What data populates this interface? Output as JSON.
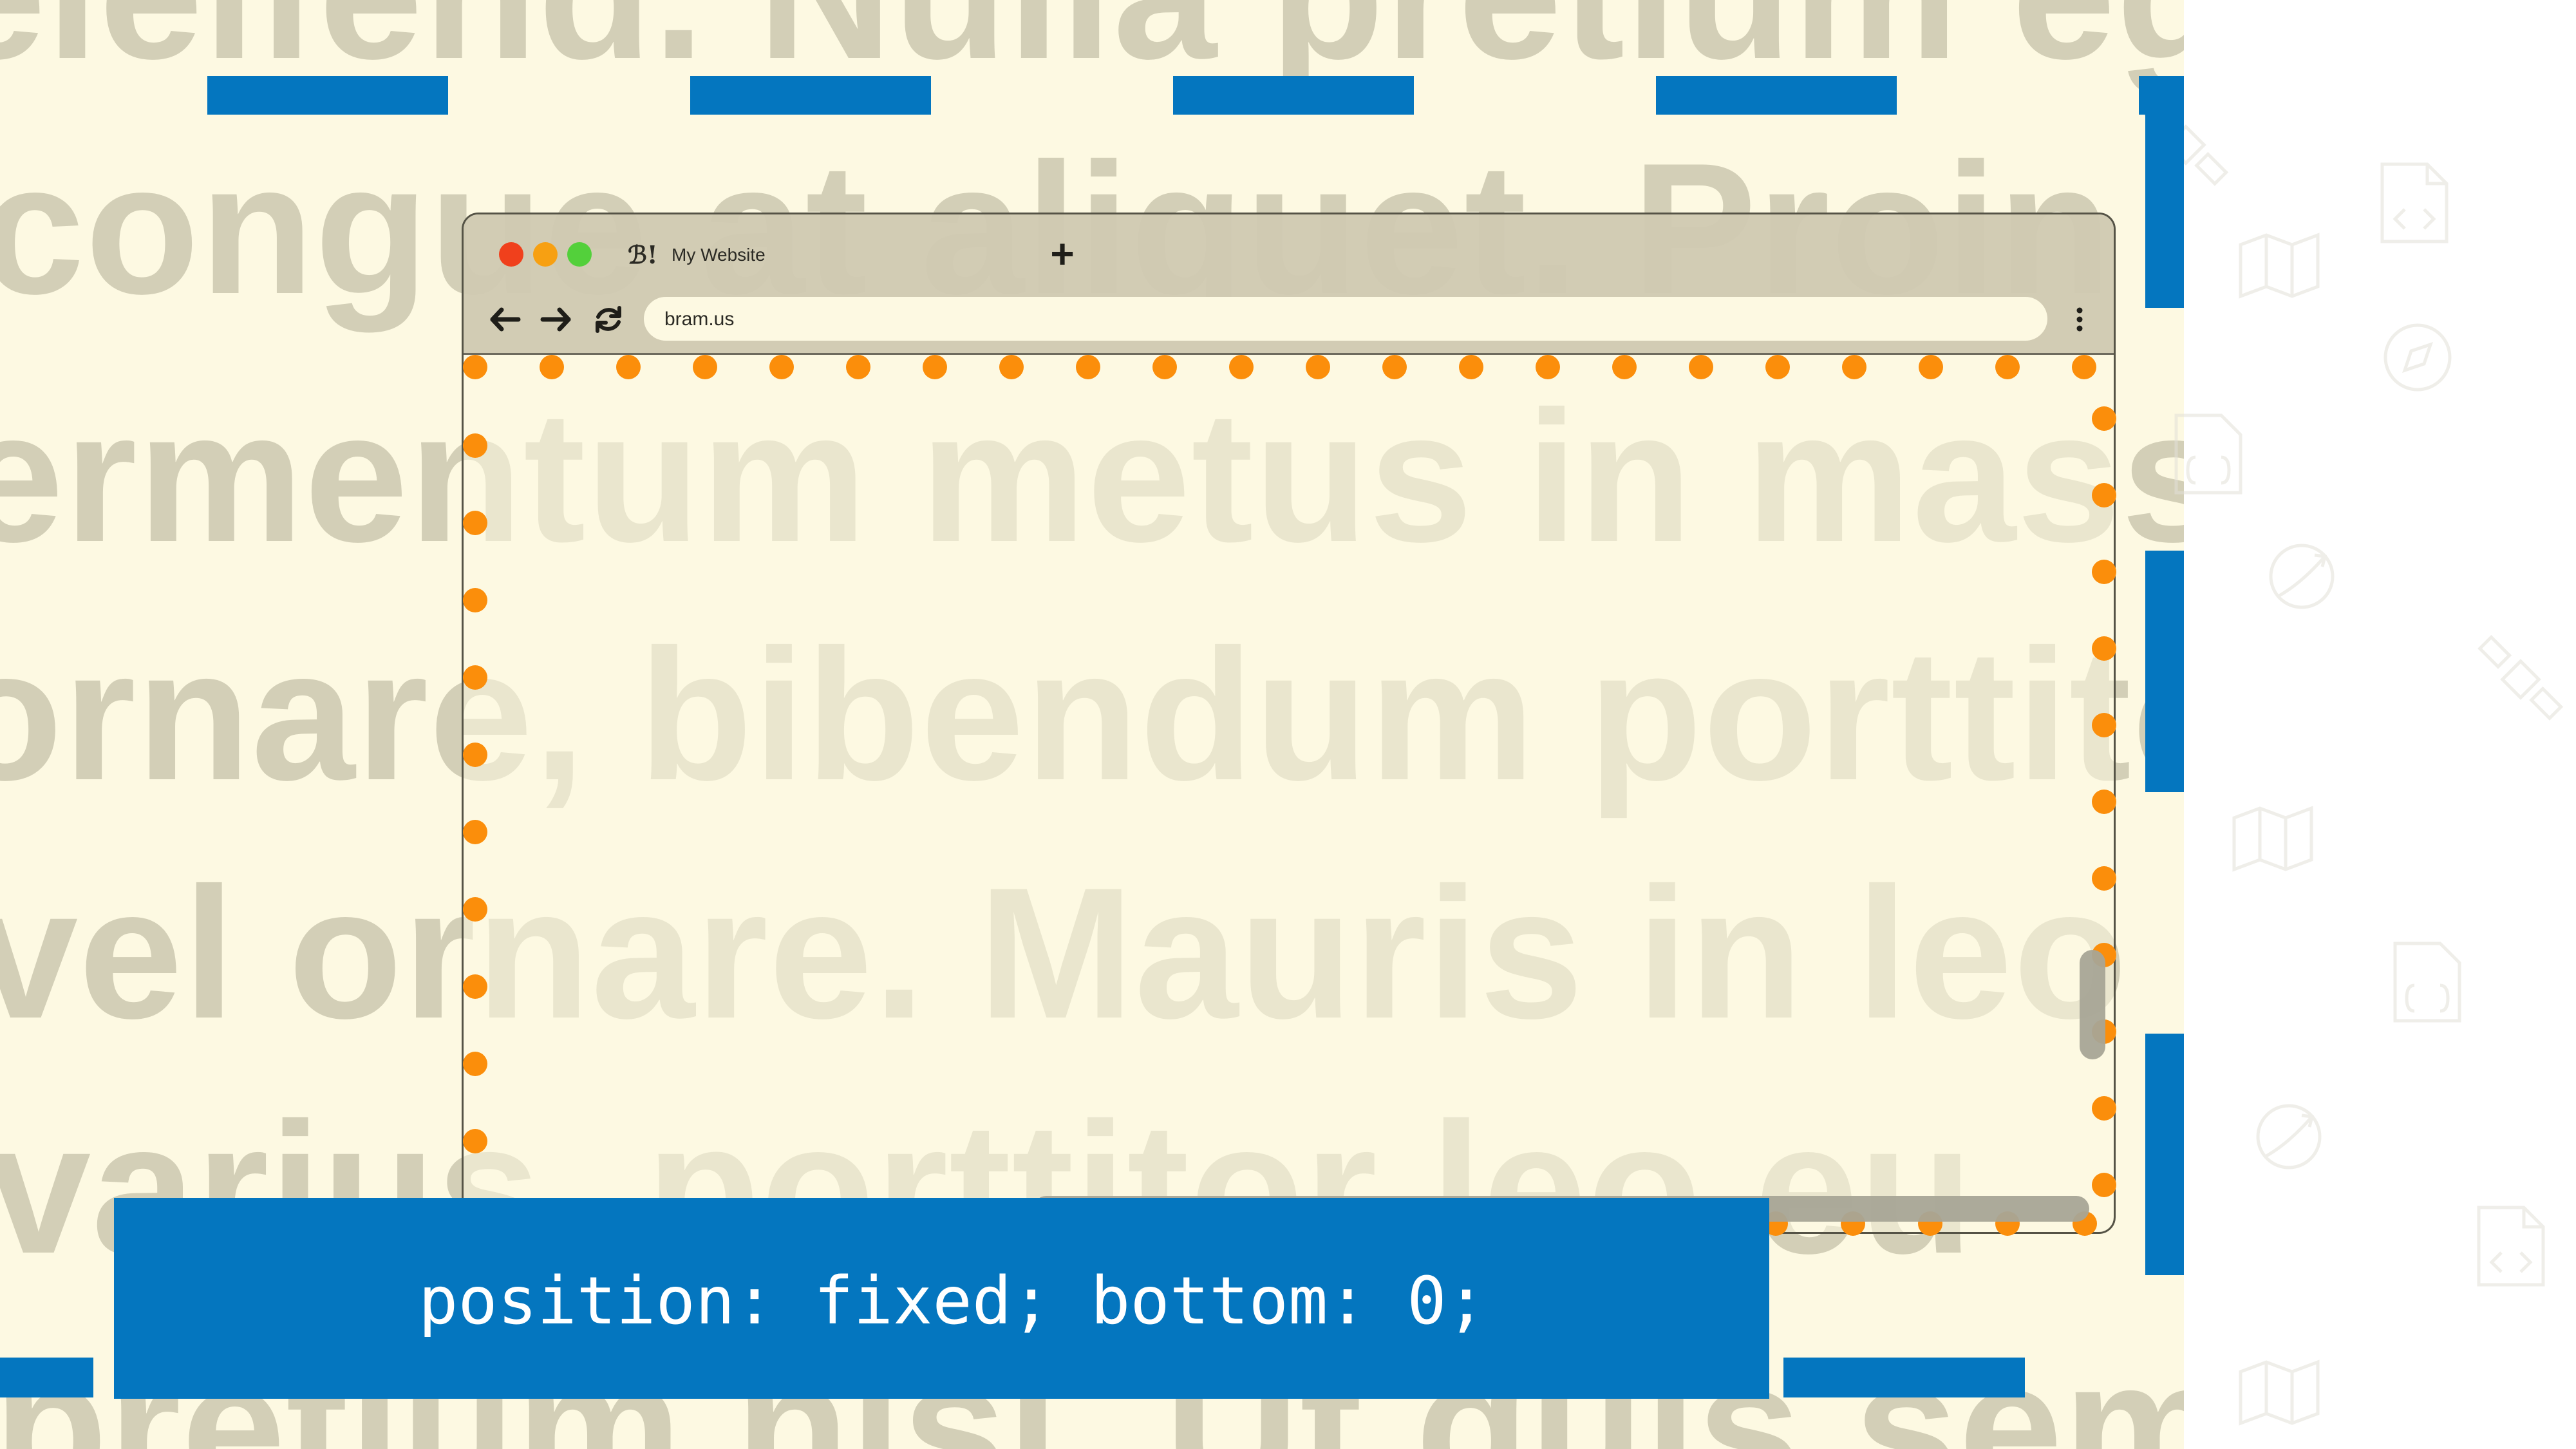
{
  "background": {
    "lines": [
      "eleifend. Nulla pretium eget",
      "congue at aliquet. Proin",
      "fermentum metus in massa",
      "ornare, bibendum porttitor",
      "vel ornare. Mauris in leo",
      "varius, porttitor leo eu",
      "pretium nisl. Ut quis semper"
    ],
    "text_color": "#d3cfb7",
    "page_color": "#fdf9e2"
  },
  "browser": {
    "tab": {
      "favicon": "ℬ!",
      "title": "My Website"
    },
    "new_tab_glyph": "+",
    "address": "bram.us",
    "icons": {
      "back": "back-arrow-icon",
      "forward": "forward-arrow-icon",
      "reload": "reload-icon",
      "menu": "kebab-menu-icon"
    },
    "traffic_lights": [
      "#f0401c",
      "#f7a012",
      "#53d03b"
    ]
  },
  "annotation": {
    "code": "position: fixed; bottom: 0;",
    "banner_color": "#0476bf",
    "dot_color": "#fb8e0b"
  }
}
